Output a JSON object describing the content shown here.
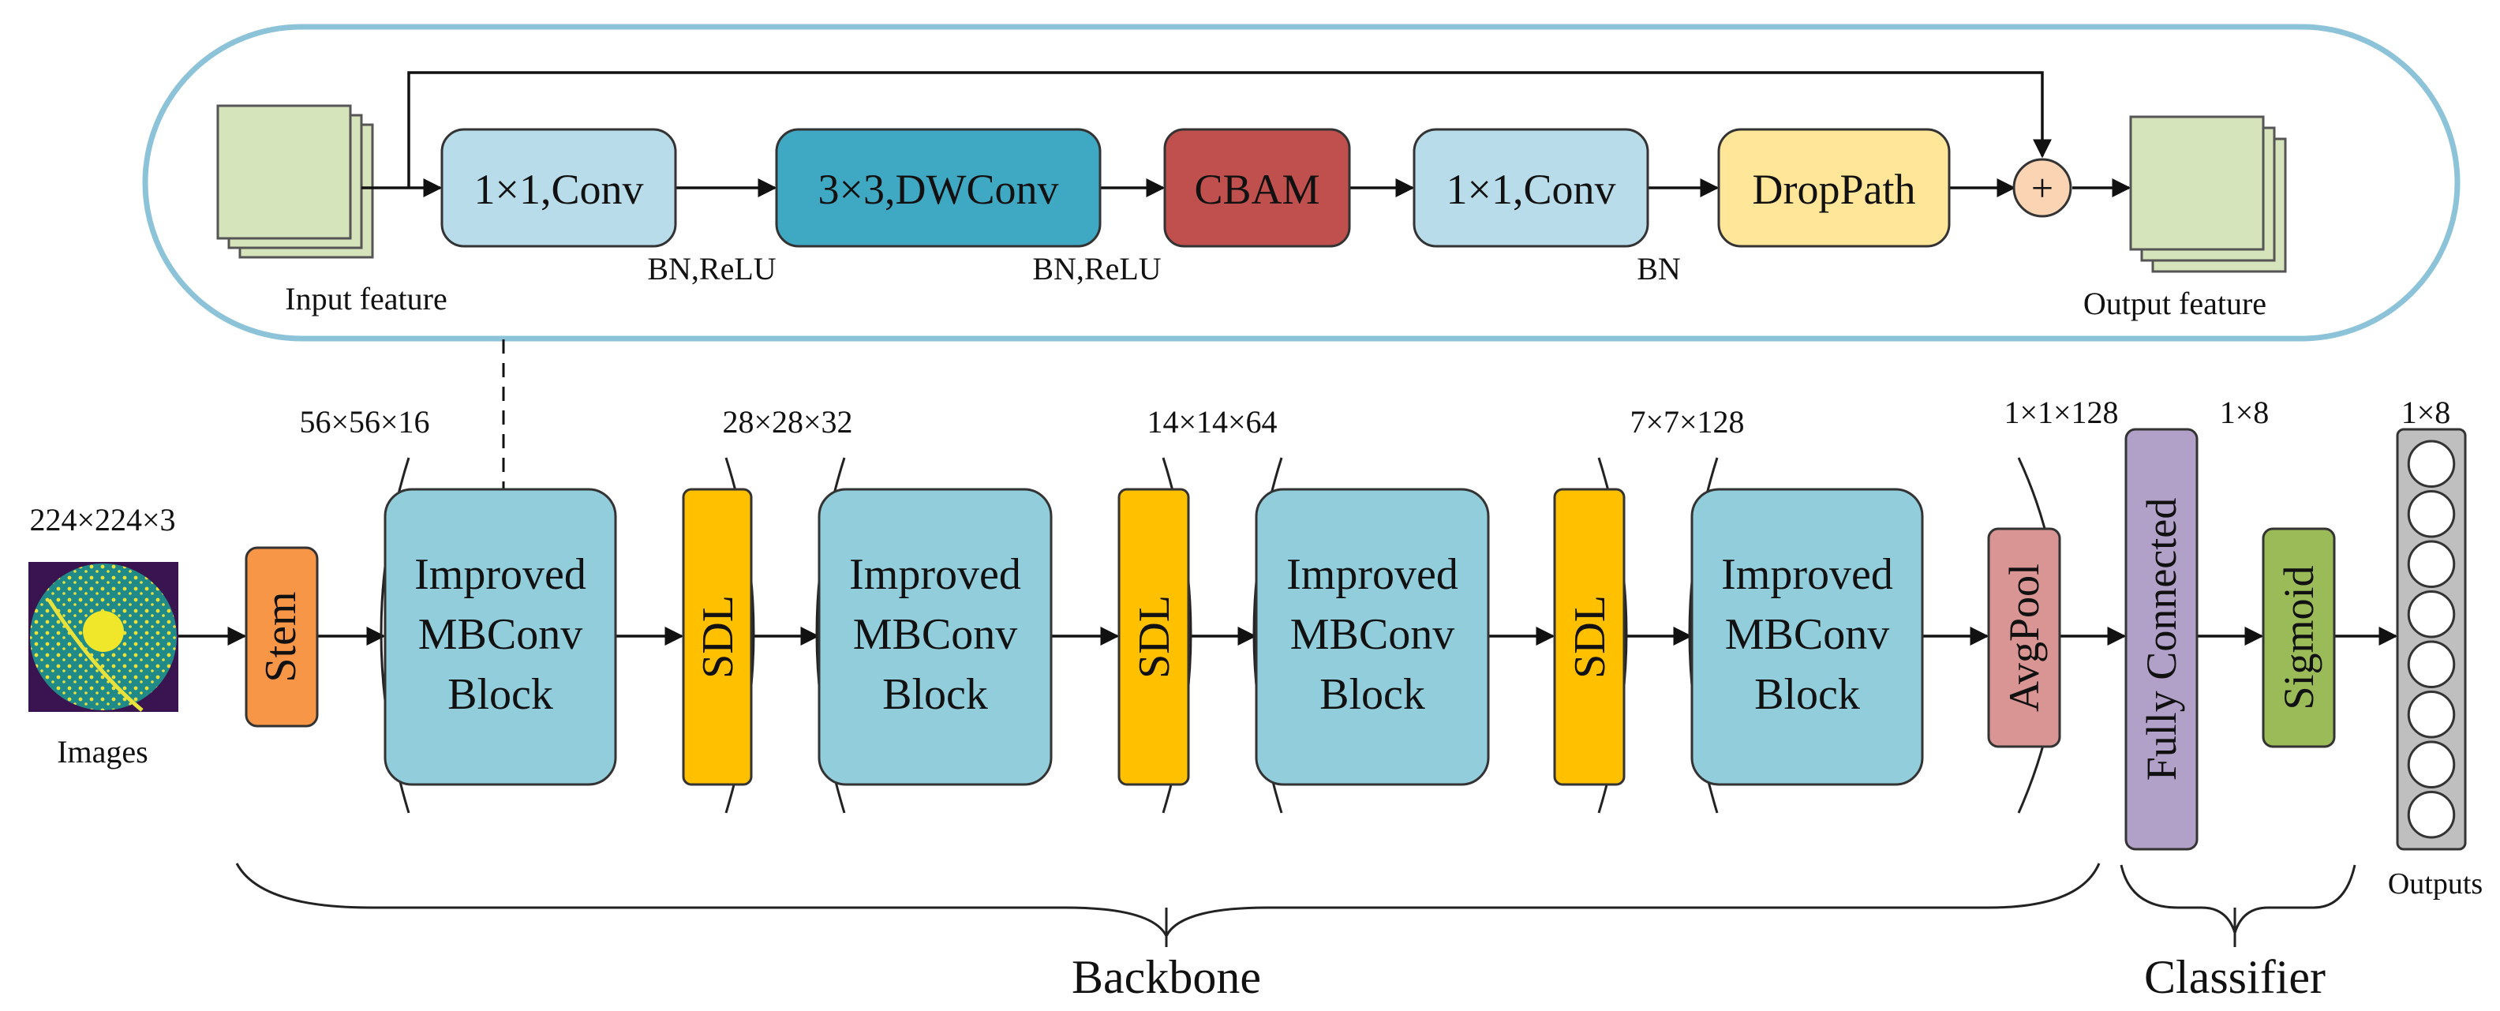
{
  "top_module": {
    "input_label": "Input feature",
    "output_label": "Output feature",
    "conv1": "1×1,Conv",
    "dwconv": "3×3,DWConv",
    "cbam": "CBAM",
    "conv2": "1×1,Conv",
    "droppath": "DropPath",
    "bn_relu_1": "BN,ReLU",
    "bn_relu_2": "BN,ReLU",
    "bn": "BN",
    "plus": "+"
  },
  "dimensions": {
    "input": "224×224×3",
    "stage1": "56×56×16",
    "stage2": "28×28×32",
    "stage3": "14×14×64",
    "stage4": "7×7×128",
    "pool": "1×1×128",
    "fc": "1×8",
    "out": "1×8"
  },
  "pipeline": {
    "images_label": "Images",
    "stem": "Stem",
    "mbconv_line1": "Improved",
    "mbconv_line2": "MBConv",
    "mbconv_line3": "Block",
    "sdl": "SDL",
    "avgpool": "AvgPool",
    "fully_connected": "Fully Connected",
    "sigmoid": "Sigmoid",
    "outputs_label": "Outputs",
    "output_node_count": 8
  },
  "groups": {
    "backbone": "Backbone",
    "classifier": "Classifier"
  },
  "colors": {
    "light_blue": "#b8dcea",
    "teal": "#3fa9c4",
    "cbam_red": "#c0504d",
    "droppath_yellow": "#ffe699",
    "feature_green": "#d6e4bc",
    "capsule_border": "#8cc3d8",
    "stem_orange": "#f79646",
    "mbconv_blue": "#92cddc",
    "sdl_gold": "#ffc000",
    "avgpool_pink": "#d99594",
    "fc_purple": "#b1a0c7",
    "sigmoid_green": "#9bbb59",
    "plus_peach": "#fbd4b4"
  }
}
